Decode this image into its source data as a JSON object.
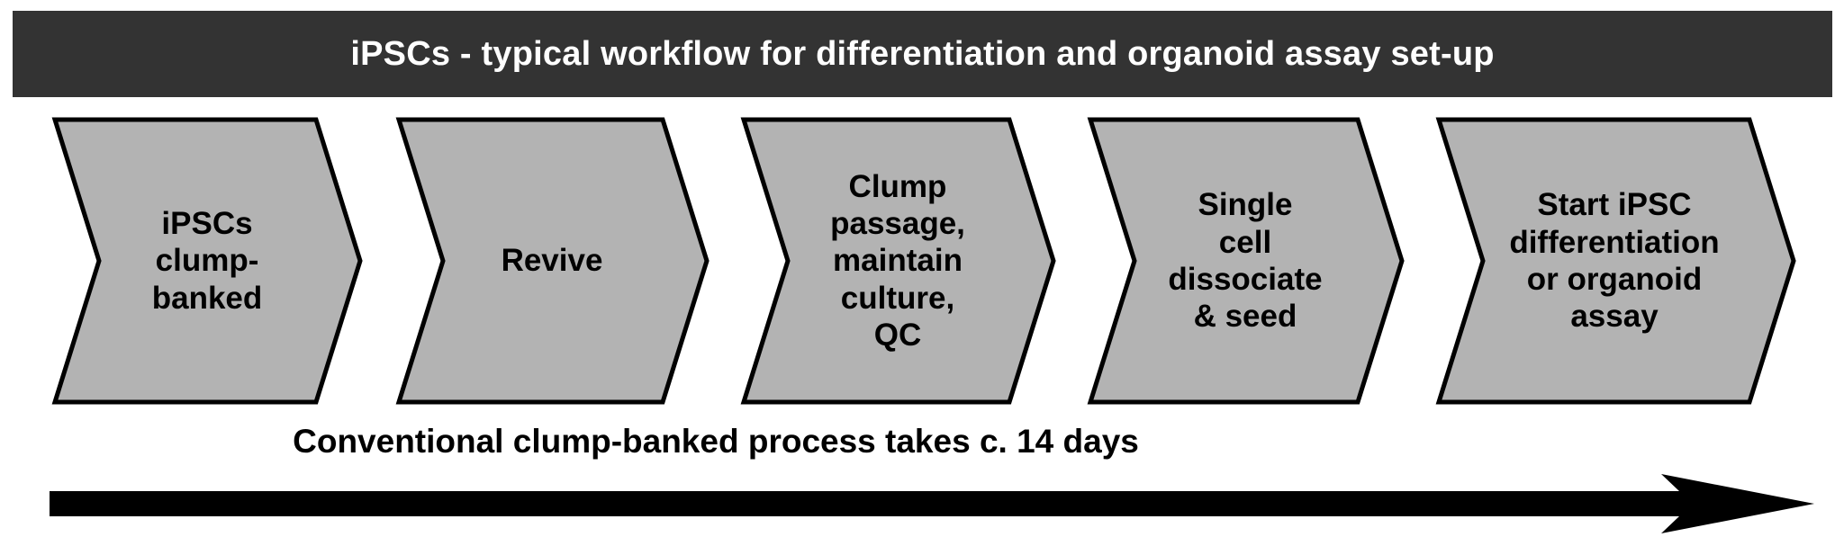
{
  "header": {
    "title": "iPSCs - typical workflow for differentiation and organoid assay set-up",
    "background_color": "#333333",
    "text_color": "#ffffff"
  },
  "workflow": {
    "chevron_fill": "#b3b3b3",
    "chevron_stroke": "#000000",
    "steps": [
      {
        "id": "step-1",
        "label": "iPSCs\nclump-\nbanked"
      },
      {
        "id": "step-2",
        "label": "Revive"
      },
      {
        "id": "step-3",
        "label": "Clump\npassage,\nmaintain\nculture,\nQC"
      },
      {
        "id": "step-4",
        "label": "Single\ncell\ndissociate\n& seed"
      },
      {
        "id": "step-5",
        "label": "Start iPSC\ndifferentiation\nor organoid\nassay"
      }
    ]
  },
  "footer": {
    "caption": "Conventional clump-banked process takes c. 14 days",
    "arrow_color": "#000000",
    "arrow_direction": "right"
  }
}
